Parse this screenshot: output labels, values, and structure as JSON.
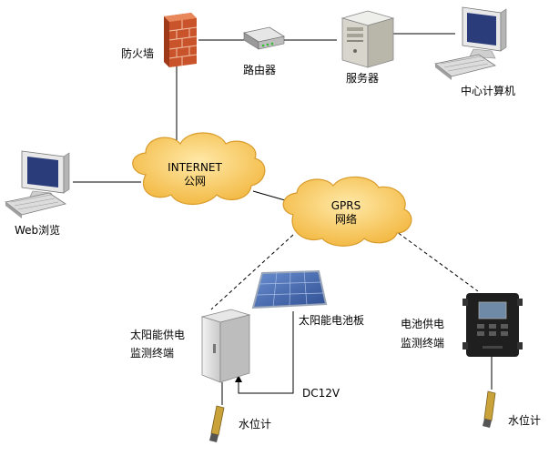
{
  "colors": {
    "cloud_fill": "#f7c65a",
    "cloud_stroke": "#d99b2a",
    "firewall_brick": "#d9642f",
    "panel_blue": "#4f74b8",
    "link_line": "#000000"
  },
  "labels": {
    "firewall": "防火墙",
    "router": "路由器",
    "server": "服务器",
    "center_computer": "中心计算机",
    "web_browse": "Web浏览",
    "internet_line1": "INTERNET",
    "internet_line2": "公网",
    "gprs_line1": "GPRS",
    "gprs_line2": "网络",
    "solar_panel": "太阳能电池板",
    "solar_terminal_line1": "太阳能供电",
    "solar_terminal_line2": "监测终端",
    "battery_terminal_line1": "电池供电",
    "battery_terminal_line2": "监测终端",
    "dc12v": "DC12V",
    "water_gauge_left": "水位计",
    "water_gauge_right": "水位计"
  },
  "icons": {
    "firewall": "brick-wall-icon",
    "router": "router-icon",
    "server": "server-tower-icon",
    "computer": "desktop-computer-icon",
    "solar_panel": "solar-panel-icon",
    "cabinet": "terminal-cabinet-icon",
    "battery_box": "battery-terminal-icon",
    "water_sensor": "water-level-sensor-icon"
  }
}
